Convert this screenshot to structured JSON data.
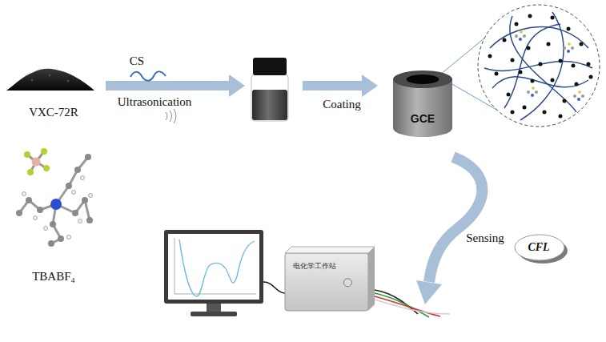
{
  "diagram": {
    "nodes": [
      {
        "text": [
          "GCE"
        ]
      },
      {
        "text": [
          "CFL"
        ]
      },
      {
        "text": [
          "电化学工作站"
        ]
      }
    ],
    "labels": [
      "VXC-72R",
      "CS",
      "Ultrasonication",
      "Coating",
      "TBABF₄",
      "Sensing"
    ]
  }
}
